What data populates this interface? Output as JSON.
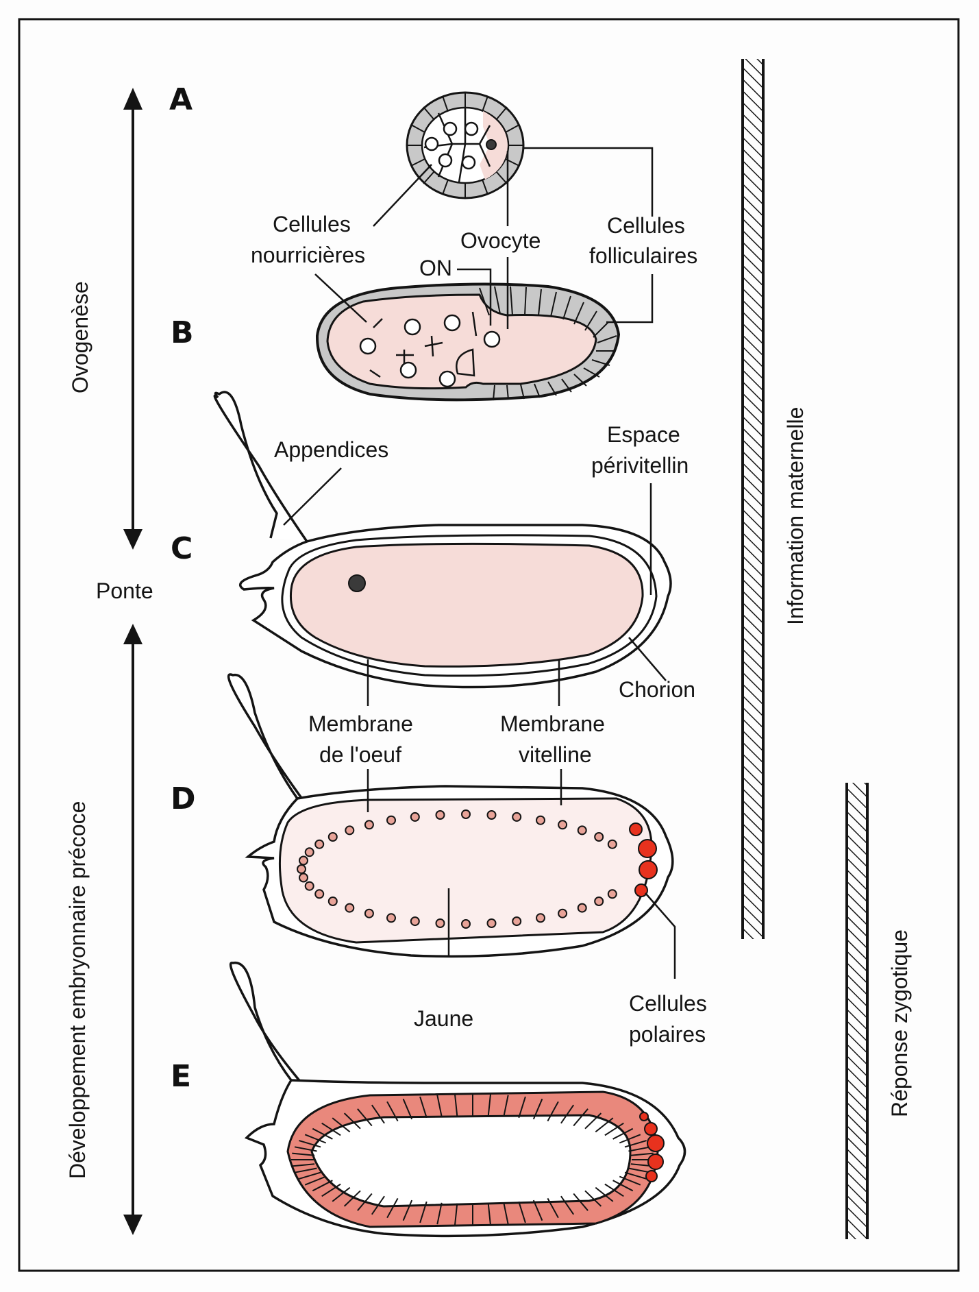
{
  "figure": {
    "stages": [
      "A",
      "B",
      "C",
      "D",
      "E"
    ],
    "phases": {
      "ovogenesis": "Ovogenèse",
      "laying": "Ponte",
      "early_development": "Développement embryonnaire précoce"
    },
    "bars": {
      "maternal": "Information maternelle",
      "zygotic": "Réponse zygotique"
    },
    "labels": {
      "nurse_cells": [
        "Cellules",
        "nourricières"
      ],
      "oocyte": "Ovocyte",
      "follicle_cells": [
        "Cellules",
        "folliculaires"
      ],
      "on": "ON",
      "appendices": "Appendices",
      "perivitelline_space": [
        "Espace",
        "périvitellin"
      ],
      "chorion": "Chorion",
      "egg_membrane": [
        "Membrane",
        "de l'oeuf"
      ],
      "vitelline_membrane": [
        "Membrane",
        "vitelline"
      ],
      "yolk": "Jaune",
      "pole_cells": [
        "Cellules",
        "polaires"
      ]
    },
    "colors": {
      "cytoplasm": "#f6dcd8",
      "follicle": "#c8c8c8",
      "pole_cells": "#e8321e",
      "blastoderm": "#e9887c",
      "nuclei": "#e8a398"
    }
  }
}
